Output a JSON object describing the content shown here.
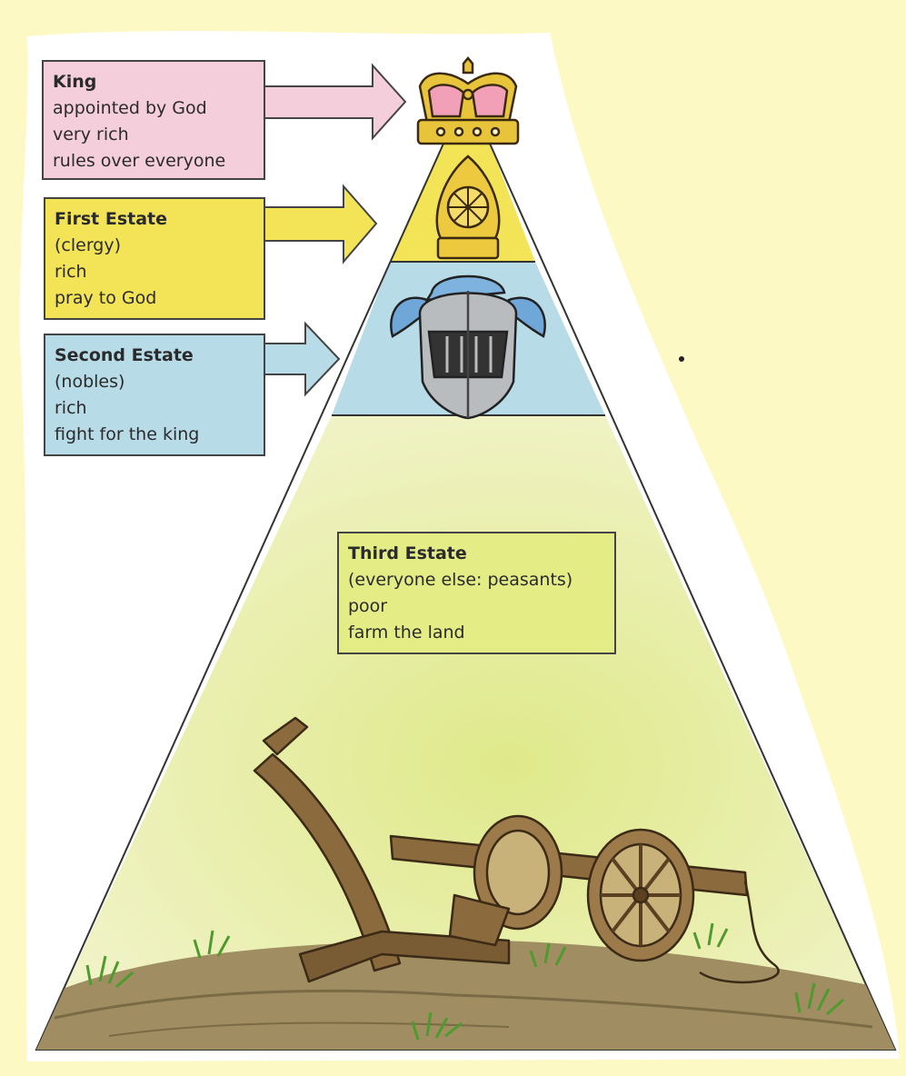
{
  "diagram": {
    "colors": {
      "background": "#fdf9c4",
      "king": "#f4cedb",
      "first_estate": "#f3e356",
      "second_estate": "#b8dbe8",
      "third_estate": "#e3ec85",
      "ground": "#9a8a5a",
      "grass": "#5fa33a",
      "wood": "#8b6a3e",
      "crown_gold": "#e8c43a"
    },
    "icons": [
      "crown-icon",
      "mitre-icon",
      "knight-helmet-icon",
      "plough-icon"
    ],
    "tiers": [
      {
        "id": "king",
        "title": "King",
        "lines": [
          "appointed by God",
          "very rich",
          "rules over everyone"
        ]
      },
      {
        "id": "first",
        "title": "First Estate",
        "lines": [
          "(clergy)",
          "rich",
          "pray to God"
        ]
      },
      {
        "id": "second",
        "title": "Second Estate",
        "lines": [
          "(nobles)",
          "rich",
          "fight for the king"
        ]
      },
      {
        "id": "third",
        "title": "Third Estate",
        "lines": [
          "(everyone else: peasants)",
          "poor",
          "farm the land"
        ]
      }
    ]
  }
}
